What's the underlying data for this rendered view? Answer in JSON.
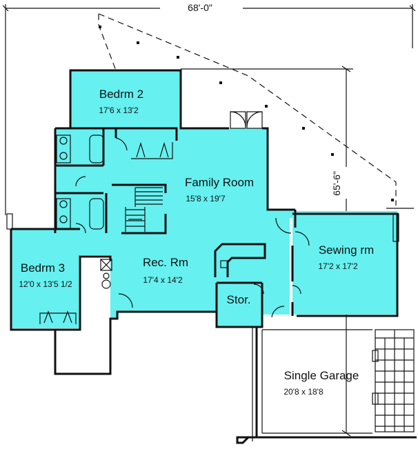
{
  "dimensions": {
    "overall_width": "68'-0\"",
    "overall_depth": "65'-6\""
  },
  "rooms": {
    "bedroom2": {
      "name": "Bedrm 2",
      "size": "17'6 x 13'2"
    },
    "family_room": {
      "name": "Family Room",
      "size": "15'8 x 19'7"
    },
    "sewing_room": {
      "name": "Sewing rm",
      "size": "17'2 x 17'2"
    },
    "bedroom3": {
      "name": "Bedrm 3",
      "size": "12'0 x 13'5 1/2"
    },
    "rec_room": {
      "name": "Rec. Rm",
      "size": "17'4 x 14'2"
    },
    "storage": {
      "name": "Stor."
    },
    "garage": {
      "name": "Single Garage",
      "size": "20'8 x 18'8"
    }
  },
  "colors": {
    "room_fill": "#66f0f0",
    "wall": "#111111",
    "background": "#ffffff"
  }
}
